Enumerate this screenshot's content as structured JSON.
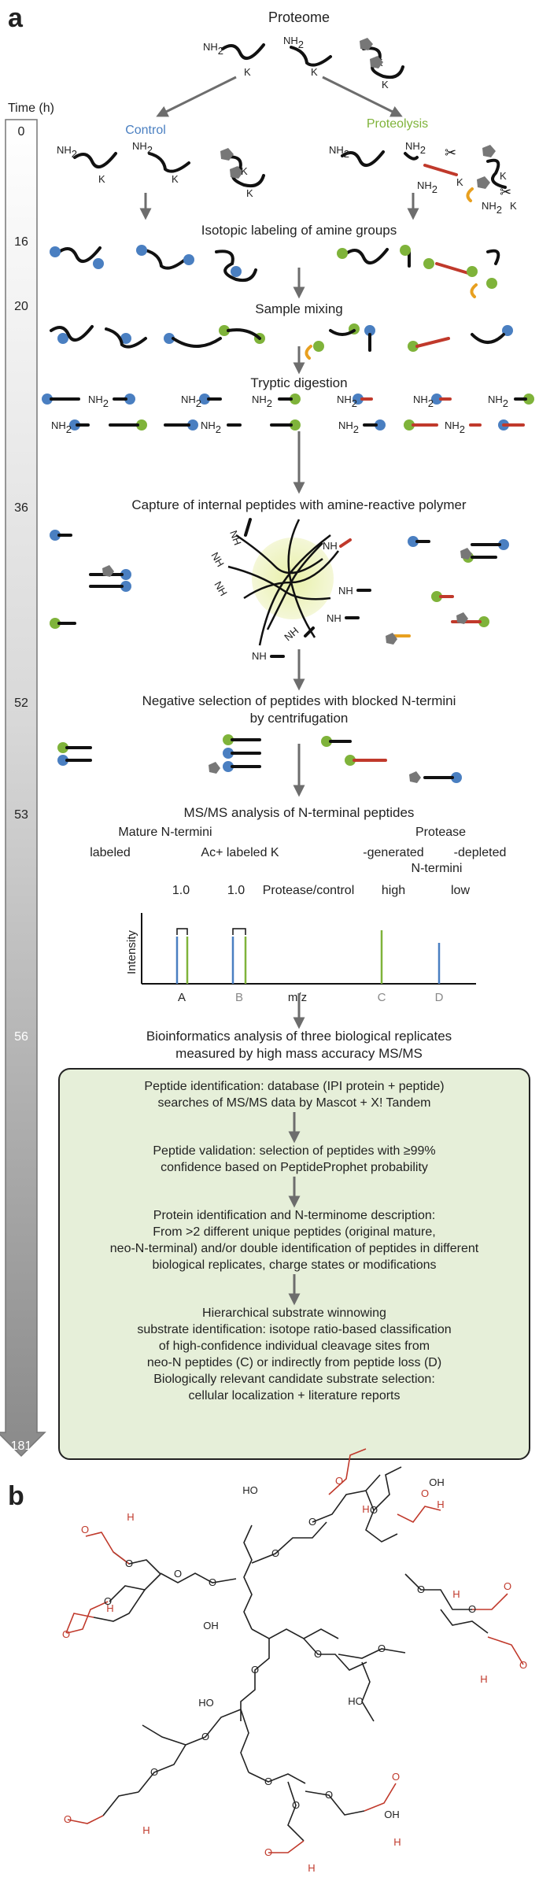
{
  "panel_a": {
    "label": "a",
    "top_title": "Proteome",
    "time_label": "Time (h)",
    "time_ticks": [
      "0",
      "16",
      "20",
      "36",
      "52",
      "53",
      "56",
      "181"
    ],
    "branch_control": "Control",
    "branch_proteolysis": "Proteolysis",
    "colors": {
      "control": "#4a7fc1",
      "proteolysis": "#7fb33a",
      "red": "#c0392b",
      "orange": "#e8a020",
      "box": "#e6efd9",
      "pale": "#eef3c8"
    },
    "steps": {
      "isotopic": "Isotopic labeling of amine groups",
      "mixing": "Sample mixing",
      "tryptic": "Tryptic digestion",
      "capture": "Capture of internal peptides with amine-reactive polymer",
      "negative_1": "Negative selection of peptides with blocked N-termini",
      "negative_2": "by centrifugation",
      "msms": "MS/MS analysis of N-terminal peptides",
      "bioinfo_1": "Bioinformatics analysis of three biological replicates",
      "bioinfo_2": "measured by high mass accuracy MS/MS"
    },
    "labels": {
      "nh2": "NH",
      "sub2": "2",
      "k": "K",
      "nh": "NH"
    },
    "msms_table": {
      "mature": "Mature N-termini",
      "protease": "Protease",
      "labeled": "labeled",
      "ac_labeled": "Ac+ labeled K",
      "generated": "-generated",
      "depleted": "-depleted",
      "nterm": "N-termini",
      "v1": "1.0",
      "v2": "1.0",
      "ratio": "Protease/control",
      "high": "high",
      "low": "low"
    },
    "spectrum": {
      "ylabel": "Intensity",
      "xlabel": "m/z",
      "peaks": [
        "A",
        "B",
        "C",
        "D"
      ]
    },
    "green_box": {
      "b1": [
        "Peptide identification: database (IPI protein + peptide)",
        "searches of MS/MS data by Mascot + X! Tandem"
      ],
      "b2": [
        "Peptide validation: selection of peptides with ≥99%",
        "confidence based on PeptideProphet probability"
      ],
      "b3": [
        "Protein identification and N-terminome description:",
        "From >2 different unique peptides (original mature,",
        "neo-N-terminal) and/or double identification of peptides in different",
        "biological replicates, charge states or modifications"
      ],
      "b4": [
        "Hierarchical substrate winnowing",
        "substrate identification: isotope ratio-based classification",
        "of high-confidence individual cleavage sites from",
        "neo-N peptides (C) or indirectly from peptide loss (D)",
        "Biologically relevant candidate substrate selection:",
        "cellular localization + literature reports"
      ]
    }
  },
  "panel_b": {
    "label": "b",
    "atoms": {
      "o": "O",
      "h": "H",
      "oh": "OH",
      "ho": "HO"
    }
  }
}
